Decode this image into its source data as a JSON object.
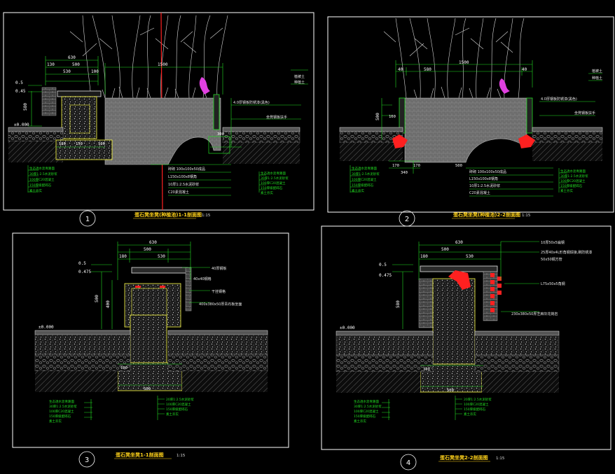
{
  "colors": {
    "background": "#000000",
    "frame": "#ffffff",
    "dimension": "#22dd22",
    "concrete": "#9a9a9a",
    "masonry": "#7a7a7a",
    "edge": "#ffff44",
    "plant": "#d9d9d9",
    "accent_red": "#ff2020",
    "accent_magenta": "#e040e0",
    "title": "#ffd21a"
  },
  "icons": {
    "section_marker": "circle-number-icon",
    "plants": "bamboo-grass-icon"
  },
  "panels": [
    {
      "number": "1",
      "title": "蛋石凳坐凳(种植池)1-1剖面图",
      "scale": "1:15",
      "dims": {
        "d630": "630",
        "d130": "130",
        "d500": "500",
        "d530": "530",
        "d100": "100",
        "d1500": "1500",
        "d580": "580",
        "h05": "0.5",
        "h045": "0.45",
        "elev": "±0.000",
        "b180": "180",
        "b150": "150",
        "b100": "100",
        "c300": "300"
      },
      "notes": [
        "4.0厚钢板防锈漆(黑色)",
        "坐凳钢板扶手",
        "植被土",
        "种植土",
        "砖砌 100x100x50成品",
        "L150x100x8钢角",
        "10厚1:2.5水泥砂浆",
        "C20素混凝土"
      ],
      "layers": [
        "生态透水沥青路面",
        "30厚1:2.5水泥砂浆",
        "100厚C20混凝土",
        "150厚级配碎石",
        "素土夯实"
      ]
    },
    {
      "number": "2",
      "title": "蛋石凳坐凳(种植池)2-2剖面图",
      "scale": "1:15",
      "dims": {
        "d40a": "40",
        "d580": "580",
        "d1500": "1500",
        "d40b": "40",
        "h500": "500",
        "s100": "100",
        "s170a": "170",
        "s170b": "170",
        "s340": "340",
        "s500": "500"
      },
      "notes": [
        "4.0厚钢板防锈漆(黑色)",
        "坐凳钢板扶手",
        "植被土",
        "种植土",
        "砖砌 100x100x50成品",
        "L150x100x8钢角",
        "10厚1:2.5水泥砂浆",
        "C20素混凝土"
      ],
      "layers": [
        "生态透水沥青路面",
        "30厚1:2.5水泥砂浆",
        "100厚C20混凝土",
        "150厚级配碎石",
        "素土夯实"
      ]
    },
    {
      "number": "3",
      "title": "蛋石凳坐凳1-1剖面图",
      "scale": "1:15",
      "dims": {
        "d630": "630",
        "d500": "500",
        "d180": "180",
        "d530": "530",
        "h05": "0.5",
        "h0475": "0.475",
        "v500": "500",
        "v400": "400",
        "elev": "±0.000",
        "b100": "100",
        "b500": "500"
      },
      "notes": [
        "40厚钢板",
        "40x40钢格",
        "400x380x50厚青石板坐面",
        "干挂钢格"
      ],
      "layers": [
        "生态透水沥青路面",
        "30厚1:2.5水泥砂浆",
        "100厚C20混凝土",
        "150厚级配碎石",
        "素土夯实"
      ],
      "footing_notes": [
        "20厚1:2.5水泥砂浆",
        "100厚C20混凝土",
        "150厚级配碎石",
        "素土夯实"
      ]
    },
    {
      "number": "4",
      "title": "蛋石凳坐凳2-2剖面图",
      "scale": "1:15",
      "dims": {
        "d630": "630",
        "d500": "500",
        "d530": "530",
        "d180": "180",
        "h05": "0.5",
        "h0475": "0.475",
        "v580": "580",
        "elev": "±0.000",
        "b100": "100",
        "b500": "500"
      },
      "notes": [
        "10厚50x5扁钢",
        "25厚40x4L形角钢焊接,刷防锈漆",
        "50x50钢方管",
        "L75x50x5角钢",
        "230x380x50厚芝麻灰花岗岩"
      ],
      "layers": [
        "生态透水沥青路面",
        "30厚1:2.5水泥砂浆",
        "100厚C20混凝土",
        "150厚级配碎石",
        "素土夯实"
      ],
      "footing_notes": [
        "20厚1:2.5水泥砂浆",
        "100厚C20混凝土",
        "150厚级配碎石",
        "素土夯实"
      ]
    }
  ]
}
